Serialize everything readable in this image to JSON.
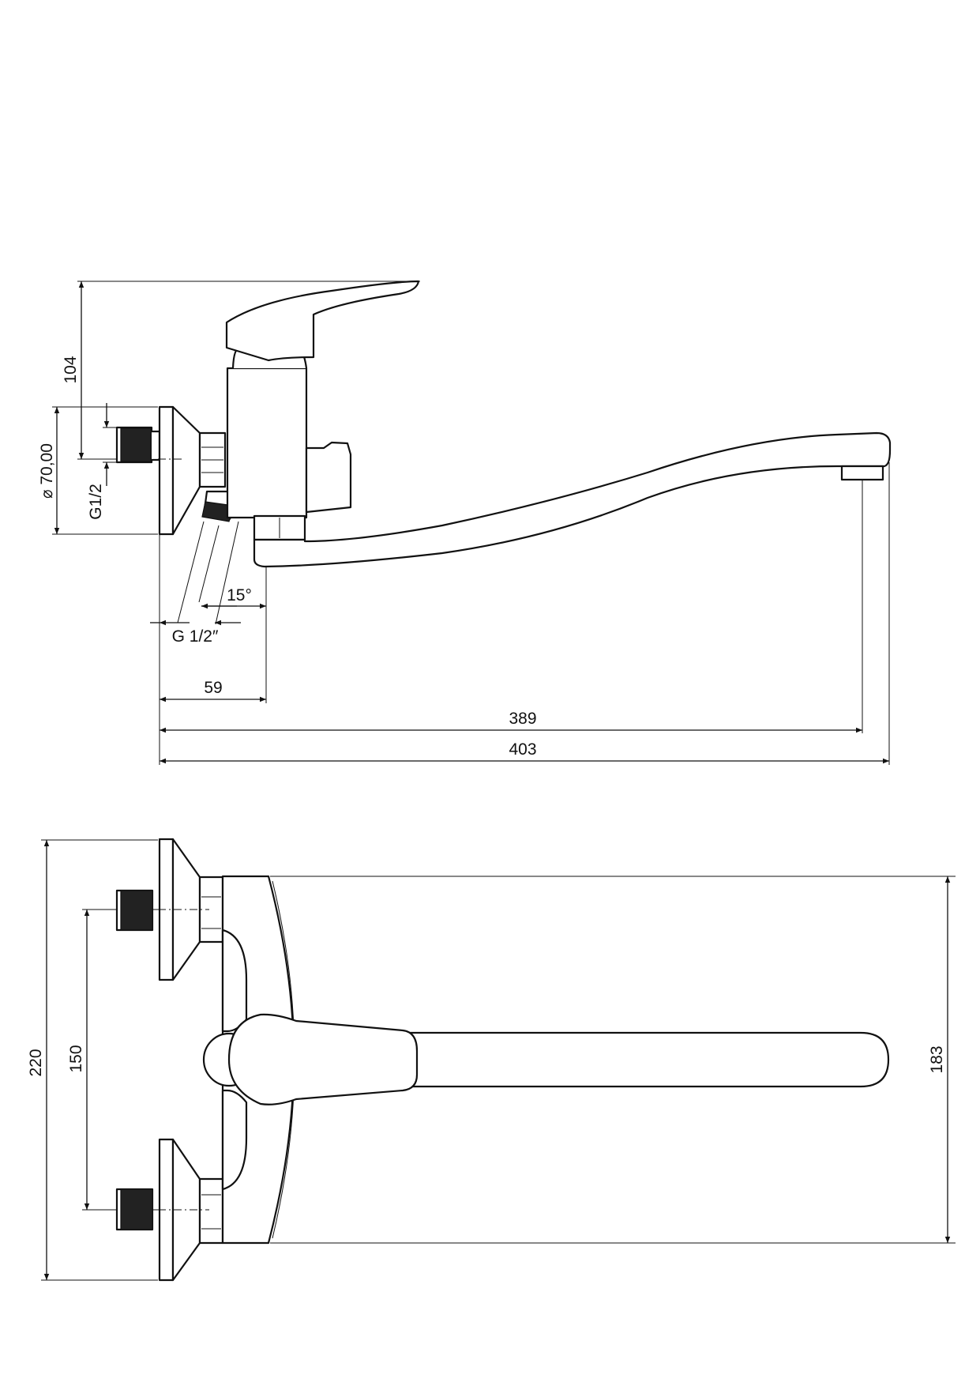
{
  "side_view": {
    "dim_height": "104",
    "dim_flange_diameter": "⌀ 70,00",
    "dim_thread_inlet": "G1/2",
    "dim_angle": "15°",
    "dim_thread_eccentric": "G 1/2″",
    "dim_offset": "59",
    "dim_reach_aerator": "389",
    "dim_total_length": "403"
  },
  "top_view": {
    "dim_total_height": "220",
    "dim_inlet_spacing": "150",
    "dim_body_height": "183"
  }
}
